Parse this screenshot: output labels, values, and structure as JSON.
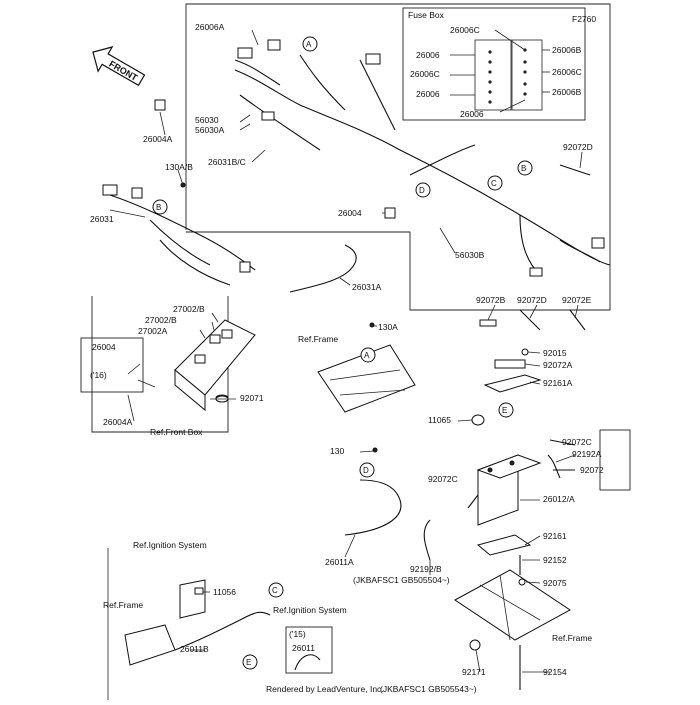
{
  "front_label": "FRONT",
  "figure_code": "F2760",
  "fuse_box": {
    "title": "Fuse Box"
  },
  "refs": [
    "A",
    "B",
    "C",
    "D",
    "E"
  ],
  "labels": {
    "26006": "26006",
    "26006A": "26006A",
    "26006B": "26006B",
    "26006C": "26006C",
    "26004": "26004",
    "26004A": "26004A",
    "56030": "56030",
    "56030A": "56030A",
    "56030B": "56030B",
    "130A_B": "130A/B",
    "130A": "130A",
    "130": "130",
    "26031": "26031",
    "26031A": "26031A",
    "26031B_C": "26031B/C",
    "92072": "92072",
    "92072A": "92072A",
    "92072B": "92072B",
    "92072C": "92072C",
    "92072D": "92072D",
    "92072E": "92072E",
    "92015": "92015",
    "92161": "92161",
    "92161A": "92161A",
    "11065": "11065",
    "27002_B": "27002/B",
    "27002A": "27002A",
    "year_16": "('16)",
    "year_15": "('15)",
    "92071": "92071",
    "ref_front_box": "Ref.Front Box",
    "ref_frame": "Ref.Frame",
    "ref_ignition": "Ref.Ignition System",
    "92192A": "92192A",
    "92192_B": "92192/B",
    "26012_A": "26012/A",
    "26011": "26011",
    "26011A": "26011A",
    "26011B": "26011B",
    "serial_a": "(JKBAFSC1 GB505504~)",
    "serial_b": "(JKBAFSC1 GB505543~)",
    "92152": "92152",
    "92075": "92075",
    "92154": "92154",
    "92171": "92171",
    "11056": "11056"
  },
  "credit": "Rendered by LeadVenture, Inc."
}
